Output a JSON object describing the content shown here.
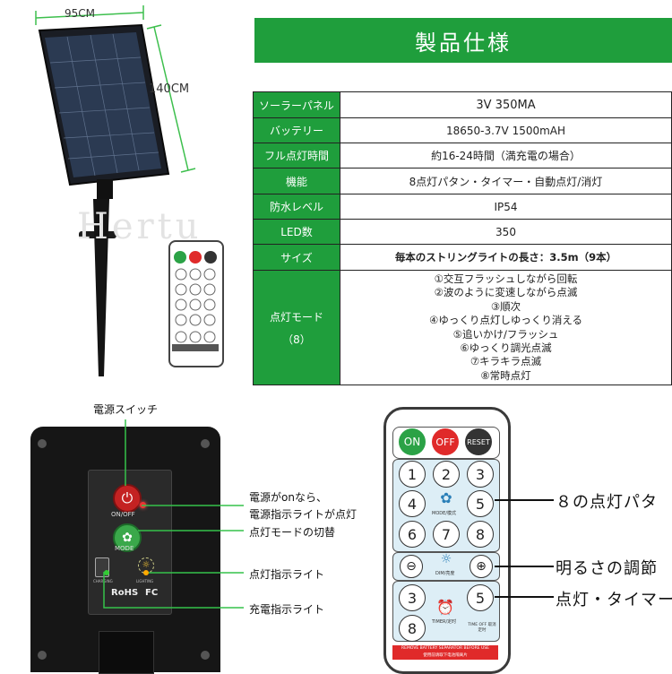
{
  "dimensions": {
    "width_label": "95CM",
    "height_label": "140CM"
  },
  "watermark": "Hertu",
  "spec": {
    "title": "製品仕様",
    "rows": [
      {
        "key": "ソーラーパネル",
        "value": "3V 350MA"
      },
      {
        "key": "バッテリー",
        "value": "18650-3.7V 1500mAH"
      },
      {
        "key": "フル点灯時間",
        "value": "約16-24時間（満充電の場合）"
      },
      {
        "key": "機能",
        "value": "8点灯パタン・タイマー・自動点灯/消灯"
      },
      {
        "key": "防水レベル",
        "value": "IP54"
      },
      {
        "key": "LED数",
        "value": "350"
      },
      {
        "key": "サイズ",
        "value": "毎本のストリングライトの長さ：3.5m（9本）"
      }
    ],
    "modes_key": "点灯モード",
    "modes_count": "（8）",
    "modes": [
      "①交互フラッシュしながら回転",
      "②波のように変速しながら点滅",
      "③順次",
      "④ゆっくり点灯しゆっくり消える",
      "⑤追いかけ/フラッシュ",
      "⑥ゆっくり調光点滅",
      "⑦キラキラ点滅",
      "⑧常時点灯"
    ]
  },
  "control_box": {
    "power_switch_label": "電源スイッチ",
    "power_indicator_label_1": "電源がonなら、",
    "power_indicator_label_2": "電源指示ライトが点灯",
    "mode_switch_label": "点灯モードの切替",
    "light_indicator_label": "点灯指示ライト",
    "charge_indicator_label": "充電指示ライト",
    "onoff_text": "ON/OFF",
    "mode_text": "MODE",
    "rohs": "RoHS",
    "fc": "FC",
    "charging": "CHARGING",
    "lighting": "LIGHTING"
  },
  "remote": {
    "on": "ON",
    "off": "OFF",
    "reset": "RESET",
    "mode_label": "MODE/模式",
    "dim_label": "DIM/亮度",
    "timer_label": "TIMER/定时",
    "timer_off_label": "TIME OFF 取消定时",
    "footer_1": "REMOVE BATTERY SEPARATOR BEFORE USE",
    "footer_2": "使用前请取下电池隔离片",
    "n1": "1",
    "n2": "2",
    "n3": "3",
    "n4": "4",
    "n5": "5",
    "n6": "6",
    "n7": "7",
    "n8": "8",
    "t3": "3",
    "t5": "5",
    "t8": "8"
  },
  "callouts": {
    "patterns": "８の点灯パタ",
    "brightness": "明るさの調節",
    "timer": "点灯・タイマー"
  }
}
